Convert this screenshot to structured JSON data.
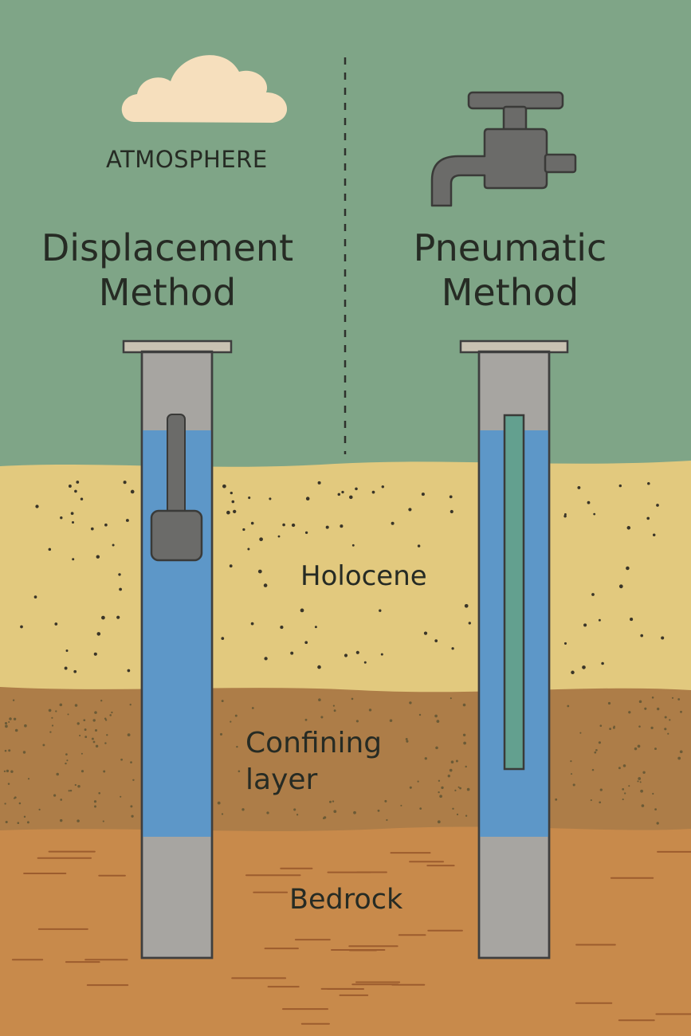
{
  "labels": {
    "atmosphere": "ATMOSPHERE",
    "displacement_line1": "Displacement",
    "displacement_line2": "Method",
    "pneumatic_line1": "Pneumatic",
    "pneumatic_line2": "Method",
    "holocene": "Holocene",
    "confining_line1": "Confining",
    "confining_line2": "layer",
    "bedrock": "Bedrock"
  },
  "icons": {
    "cloud": "cloud-icon",
    "faucet": "faucet-icon"
  },
  "colors": {
    "atmosphere": "#7fa587",
    "holocene_sand": "#e2c97e",
    "confining_layer": "#ad7d48",
    "bedrock": "#c88a4b",
    "water": "#5d97c8",
    "casing": "#a7a5a1",
    "fixture": "#6b6b69",
    "cloud": "#f6dfbd",
    "pneumatic_tube": "#63a08f",
    "outline": "#3e3e3e"
  }
}
